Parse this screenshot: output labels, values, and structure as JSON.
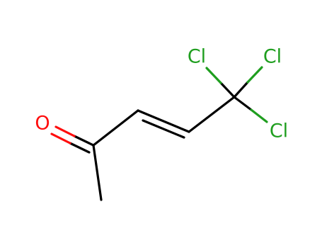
{
  "molecule": {
    "atoms": {
      "oxygen": "O",
      "chlorine_1": "Cl",
      "chlorine_2": "Cl",
      "chlorine_3": "Cl"
    },
    "colors": {
      "bond": "#000000",
      "oxygen": "#ff0d0d",
      "chlorine": "#1f9e1f"
    }
  }
}
